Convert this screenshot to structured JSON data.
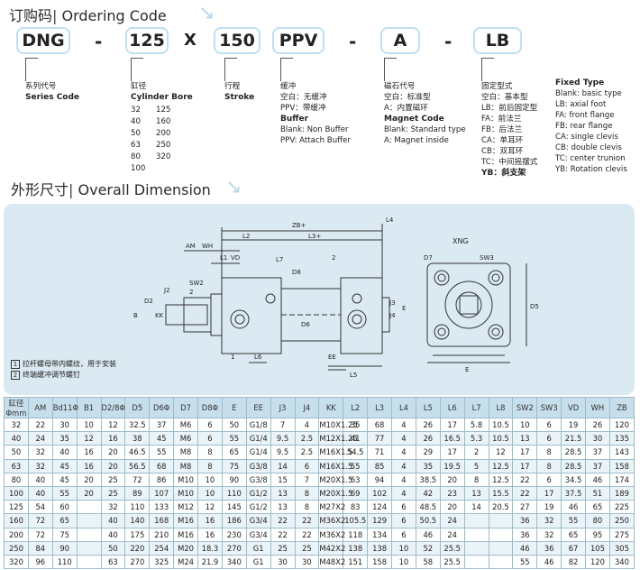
{
  "ordering": {
    "title_cn": "订购码",
    "title_en": "Ordering Code",
    "code": [
      "DNG",
      "125",
      "150",
      "PPV",
      "A",
      "LB"
    ],
    "separators": [
      "-",
      "X",
      "-",
      "-"
    ],
    "series": {
      "cn": "系列代号",
      "en": "Series Code"
    },
    "bore": {
      "cn": "缸径",
      "en": "Cylinder Bore",
      "values": [
        "32",
        "125",
        "40",
        "160",
        "50",
        "200",
        "63",
        "250",
        "80",
        "320",
        "100",
        ""
      ]
    },
    "stroke": {
      "cn": "行程",
      "en": "Stroke"
    },
    "buffer": {
      "cn_title": "缓冲",
      "cn_lines": [
        "空白：无缓冲",
        "PPV：带缓冲"
      ],
      "en_title": "Buffer",
      "en_lines": [
        "Blank: Non Buffer",
        "PPV: Attach Buffer"
      ]
    },
    "magnet": {
      "cn_title": "磁石代号",
      "cn_lines": [
        "空白：标准型",
        "A：内置磁环"
      ],
      "en_title": "Magnet Code",
      "en_lines": [
        "Blank: Standard type",
        "A: Magnet inside"
      ]
    },
    "fixed": {
      "cn_title": "固定型式",
      "cn_lines": [
        "空白：基本型",
        "LB：前后固定型",
        "FA：前法兰",
        "FB：后法兰",
        "CA：单耳环",
        "CB：双耳环",
        "TC：中间摇摆式",
        "YB：斜支架"
      ],
      "en_title": "Fixed Type",
      "en_lines": [
        "Blank: basic type",
        "LB: axial foot",
        "FA: front flange",
        "FB: rear flange",
        "CA: single clevis",
        "CB: double clevis",
        "TC: center trunion",
        "YB: Rotation clevis"
      ]
    }
  },
  "dimension": {
    "title_cn": "外形尺寸",
    "title_en": "Overall Dimension",
    "notes": [
      {
        "num": "1",
        "text": "拉杆螺母带内螺纹，用于安装"
      },
      {
        "num": "2",
        "text": "终端缓冲调节螺钉"
      }
    ],
    "view_label": "XNG",
    "labels": [
      "ZB+",
      "L4",
      "L2",
      "L3+",
      "AM",
      "WH",
      "L1",
      "VD",
      "L7",
      "D8",
      "SW2",
      "B",
      "KK",
      "D2",
      "J2",
      "D6",
      "J3",
      "J4",
      "E",
      "EE",
      "L6",
      "L5",
      "D7",
      "SW3",
      "D5",
      "E",
      "1",
      "2",
      "2"
    ]
  },
  "table": {
    "headers": [
      "缸径 Φmm",
      "AM",
      "Bd11Φ",
      "B1",
      "D2/8Φ",
      "D5",
      "D6Φ",
      "D7",
      "D8Φ",
      "E",
      "EE",
      "J3",
      "J4",
      "KK",
      "L2",
      "L3",
      "L4",
      "L5",
      "L6",
      "L7",
      "L8",
      "SW2",
      "SW3",
      "VD",
      "WH",
      "ZB"
    ],
    "rows": [
      [
        "32",
        "22",
        "30",
        "10",
        "12",
        "32.5",
        "37",
        "M6",
        "6",
        "50",
        "G1/8",
        "7",
        "4",
        "M10X1.25",
        "35",
        "68",
        "4",
        "26",
        "17",
        "5.8",
        "10.5",
        "10",
        "6",
        "19",
        "26",
        "120"
      ],
      [
        "40",
        "24",
        "35",
        "12",
        "16",
        "38",
        "45",
        "M6",
        "6",
        "55",
        "G1/4",
        "9.5",
        "2.5",
        "M12X1.25",
        "41",
        "77",
        "4",
        "26",
        "16.5",
        "5.3",
        "10.5",
        "13",
        "6",
        "21.5",
        "30",
        "135"
      ],
      [
        "50",
        "32",
        "40",
        "16",
        "20",
        "46.5",
        "55",
        "M8",
        "8",
        "65",
        "G1/4",
        "9.5",
        "2.5",
        "M16X1.5",
        "54.5",
        "71",
        "4",
        "29",
        "17",
        "2",
        "12",
        "17",
        "8",
        "28.5",
        "37",
        "143"
      ],
      [
        "63",
        "32",
        "45",
        "16",
        "20",
        "56.5",
        "68",
        "M8",
        "8",
        "75",
        "G3/8",
        "14",
        "6",
        "M16X1.5",
        "55",
        "85",
        "4",
        "35",
        "19.5",
        "5",
        "12.5",
        "17",
        "8",
        "28.5",
        "37",
        "158"
      ],
      [
        "80",
        "40",
        "45",
        "20",
        "25",
        "72",
        "86",
        "M10",
        "10",
        "90",
        "G3/8",
        "15",
        "7",
        "M20X1.5",
        "63",
        "94",
        "4",
        "38.5",
        "20",
        "8",
        "12.5",
        "22",
        "6",
        "34.5",
        "46",
        "174"
      ],
      [
        "100",
        "40",
        "55",
        "20",
        "25",
        "89",
        "107",
        "M10",
        "10",
        "110",
        "G1/2",
        "13",
        "8",
        "M20X1.5",
        "69",
        "102",
        "4",
        "42",
        "23",
        "13",
        "15.5",
        "22",
        "17",
        "37.5",
        "51",
        "189"
      ],
      [
        "125",
        "54",
        "60",
        "",
        "32",
        "110",
        "133",
        "M12",
        "12",
        "145",
        "G1/2",
        "13",
        "8",
        "M27X2",
        "83",
        "124",
        "6",
        "48.5",
        "20",
        "14",
        "20.5",
        "27",
        "19",
        "46",
        "65",
        "225"
      ],
      [
        "160",
        "72",
        "65",
        "",
        "40",
        "140",
        "168",
        "M16",
        "16",
        "186",
        "G3/4",
        "22",
        "22",
        "M36X2",
        "105.5",
        "129",
        "6",
        "50.5",
        "24",
        "",
        "",
        "36",
        "32",
        "55",
        "80",
        "250"
      ],
      [
        "200",
        "72",
        "75",
        "",
        "40",
        "175",
        "210",
        "M16",
        "16",
        "230",
        "G3/4",
        "22",
        "22",
        "M36X2",
        "118",
        "134",
        "6",
        "46",
        "24",
        "",
        "",
        "36",
        "32",
        "65",
        "95",
        "275"
      ],
      [
        "250",
        "84",
        "90",
        "",
        "50",
        "220",
        "254",
        "M20",
        "18.3",
        "270",
        "G1",
        "25",
        "25",
        "M42X2",
        "138",
        "138",
        "10",
        "52",
        "25.5",
        "",
        "",
        "46",
        "36",
        "67",
        "105",
        "305"
      ],
      [
        "320",
        "96",
        "110",
        "",
        "63",
        "270",
        "325",
        "M24",
        "21.9",
        "340",
        "G1",
        "30",
        "30",
        "M48X2",
        "151",
        "158",
        "10",
        "58",
        "25.5",
        "",
        "",
        "55",
        "46",
        "82",
        "120",
        "340"
      ]
    ]
  }
}
